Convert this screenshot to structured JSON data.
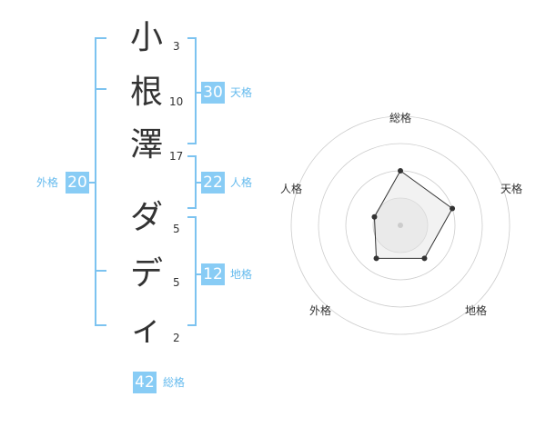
{
  "name": {
    "characters": [
      {
        "char": "小",
        "strokes": "3"
      },
      {
        "char": "根",
        "strokes": "10"
      },
      {
        "char": "澤",
        "strokes": "17"
      },
      {
        "char": "ダ",
        "strokes": "5"
      },
      {
        "char": "デ",
        "strokes": "5"
      },
      {
        "char": "ィ",
        "strokes": "2"
      }
    ]
  },
  "grids": {
    "tenkaku": {
      "value": "30",
      "label": "天格"
    },
    "jinkaku": {
      "value": "22",
      "label": "人格"
    },
    "chikaku": {
      "value": "12",
      "label": "地格"
    },
    "gaikaku": {
      "value": "20",
      "label": "外格"
    },
    "soukaku": {
      "value": "42",
      "label": "総格"
    }
  },
  "chart_data": {
    "type": "radar",
    "axes": [
      "総格",
      "天格",
      "地格",
      "外格",
      "人格"
    ],
    "rings": 4,
    "values": [
      2,
      2,
      1.5,
      1.5,
      1
    ]
  },
  "colors": {
    "accent": "#88ccf5",
    "bracket": "#7cc3f0",
    "label": "#66bbee",
    "text": "#333333",
    "ring": "#cccccc",
    "radar_fill": "#eeeeee",
    "radar_line": "#333333"
  }
}
